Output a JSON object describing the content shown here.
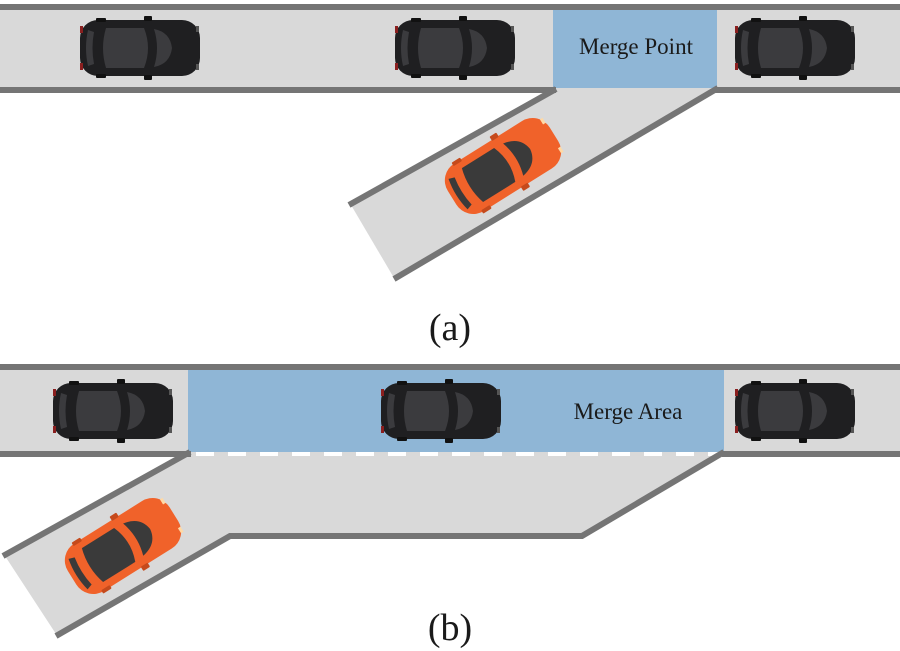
{
  "colors": {
    "road": "#d9d9d9",
    "edge": "#757575",
    "zone": "#8fb6d6",
    "lane_dash": "#ffffff",
    "car_dark": "#1f1f21",
    "car_dark_glass": "#3b3b3e",
    "car_orange": "#f0622a",
    "car_orange_glass": "#3a3a3a"
  },
  "panel_a": {
    "zone_label": "Merge Point",
    "caption": "(a)"
  },
  "panel_b": {
    "zone_label": "Merge Area",
    "caption": "(b)"
  }
}
